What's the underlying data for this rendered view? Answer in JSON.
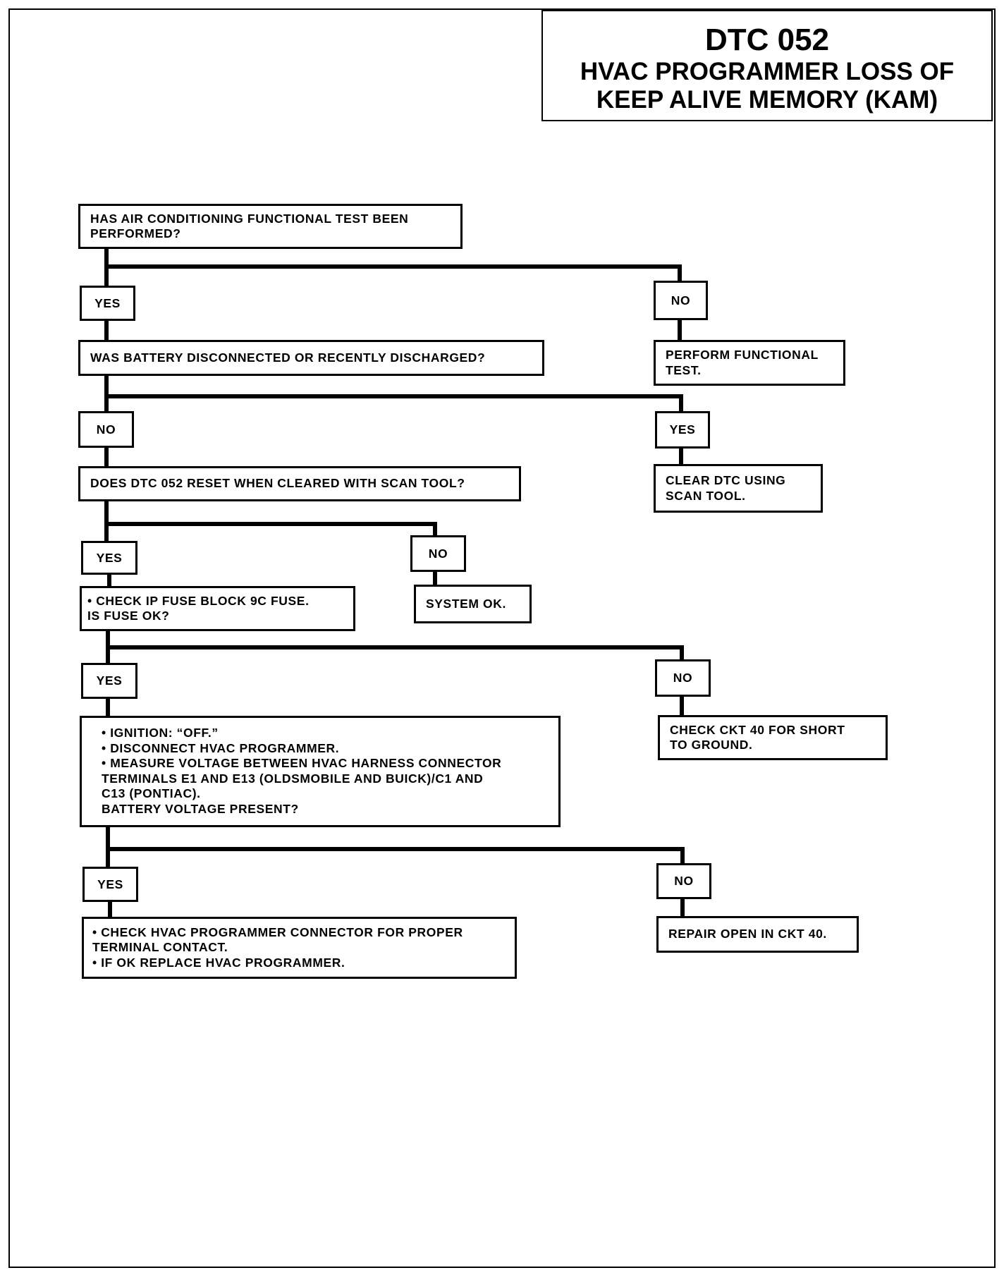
{
  "header": {
    "code": "DTC 052",
    "title_line1": "HVAC PROGRAMMER LOSS OF",
    "title_line2": "KEEP ALIVE MEMORY (KAM)"
  },
  "flowchart": {
    "q1": "HAS AIR CONDITIONING FUNCTIONAL TEST BEEN\nPERFORMED?",
    "q1_yes": "YES",
    "q1_no": "NO",
    "q1_no_action": "PERFORM FUNCTIONAL\nTEST.",
    "q2": "WAS BATTERY DISCONNECTED OR RECENTLY DISCHARGED?",
    "q2_no": "NO",
    "q2_yes": "YES",
    "q2_yes_action": "CLEAR DTC USING\nSCAN TOOL.",
    "q3": "DOES DTC 052 RESET WHEN CLEARED WITH SCAN TOOL?",
    "q3_yes": "YES",
    "q3_no": "NO",
    "q3_no_action": "SYSTEM OK.",
    "q4": "• CHECK IP FUSE BLOCK 9C FUSE.\n  IS FUSE OK?",
    "q4_yes": "YES",
    "q4_no": "NO",
    "q4_no_action": "CHECK CKT 40 FOR SHORT\nTO GROUND.",
    "q5": "• IGNITION: “OFF.”\n• DISCONNECT HVAC PROGRAMMER.\n• MEASURE VOLTAGE BETWEEN HVAC HARNESS CONNECTOR\n   TERMINALS E1 AND E13 (OLDSMOBILE AND BUICK)/C1 AND\n   C13 (PONTIAC).\n   BATTERY VOLTAGE PRESENT?",
    "q5_yes": "YES",
    "q5_no": "NO",
    "q5_yes_action": "• CHECK HVAC PROGRAMMER CONNECTOR FOR PROPER\n   TERMINAL CONTACT.\n• IF OK REPLACE HVAC PROGRAMMER.",
    "q5_no_action": "REPAIR OPEN IN CKT 40."
  }
}
